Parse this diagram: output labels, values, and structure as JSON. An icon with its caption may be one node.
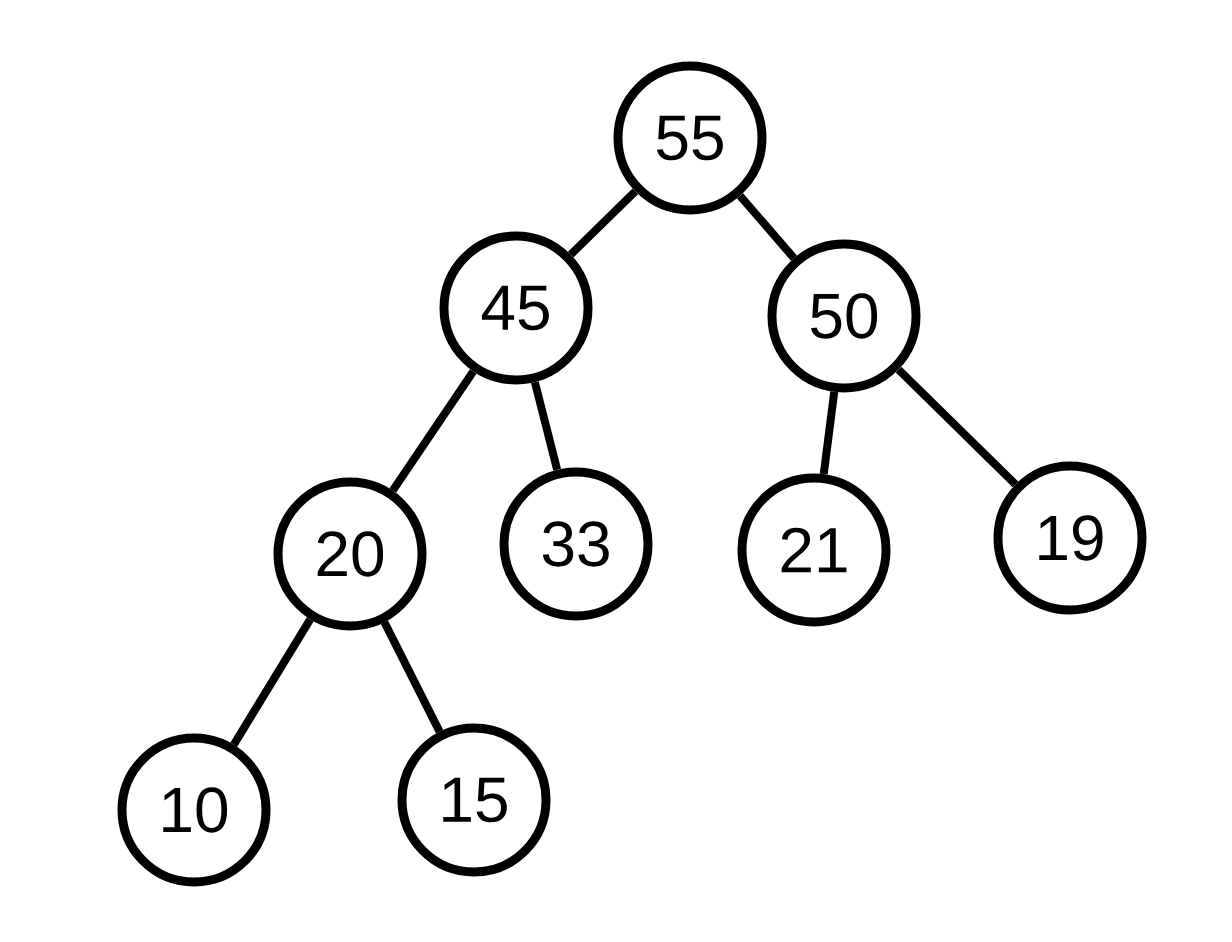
{
  "diagram": {
    "nodes": [
      {
        "text": [
          "55"
        ]
      },
      {
        "text": [
          "45"
        ]
      },
      {
        "text": [
          "50"
        ]
      },
      {
        "text": [
          "20"
        ]
      },
      {
        "text": [
          "33"
        ]
      },
      {
        "text": [
          "21"
        ]
      },
      {
        "text": [
          "19"
        ]
      },
      {
        "text": [
          "10"
        ]
      },
      {
        "text": [
          "15"
        ]
      }
    ],
    "edges": [
      {
        "from": 0,
        "to": 1,
        "arrow": "none"
      },
      {
        "from": 0,
        "to": 2,
        "arrow": "none"
      },
      {
        "from": 1,
        "to": 3,
        "arrow": "none"
      },
      {
        "from": 1,
        "to": 4,
        "arrow": "none"
      },
      {
        "from": 2,
        "to": 5,
        "arrow": "none"
      },
      {
        "from": 2,
        "to": 6,
        "arrow": "none"
      },
      {
        "from": 3,
        "to": 7,
        "arrow": "none"
      },
      {
        "from": 3,
        "to": 8,
        "arrow": "none"
      }
    ]
  }
}
